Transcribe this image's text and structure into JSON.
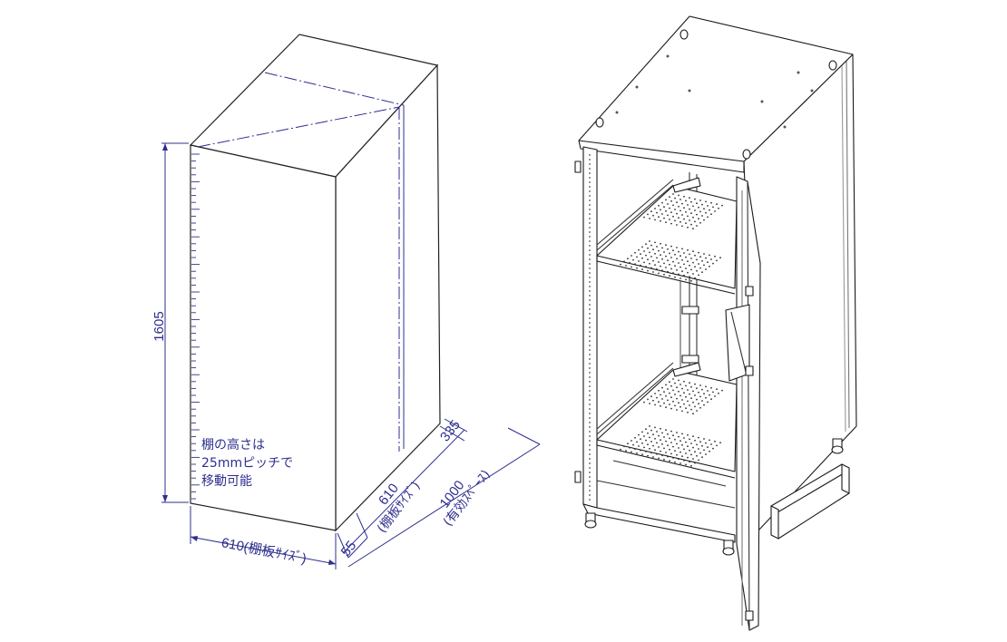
{
  "colors": {
    "dimension": "#2e2f8f",
    "outline": "#222222",
    "cabinet_line": "#1a1a1a",
    "light_line": "#9a9a9a",
    "background": "#ffffff"
  },
  "dimensions": {
    "height": "1605",
    "width": "610(棚板ｻｲｽﾞ)",
    "depth_front": "55",
    "depth_shelf_value": "610",
    "depth_shelf_label": "(棚板ｻｲｽﾞ)",
    "depth_total_value": "1000",
    "depth_total_label": "(有効ｽﾍﾟｰｽ)",
    "depth_back": "335"
  },
  "note": {
    "line1": "棚の高さは",
    "line2": "25mmピッチで",
    "line3": "移動可能"
  }
}
